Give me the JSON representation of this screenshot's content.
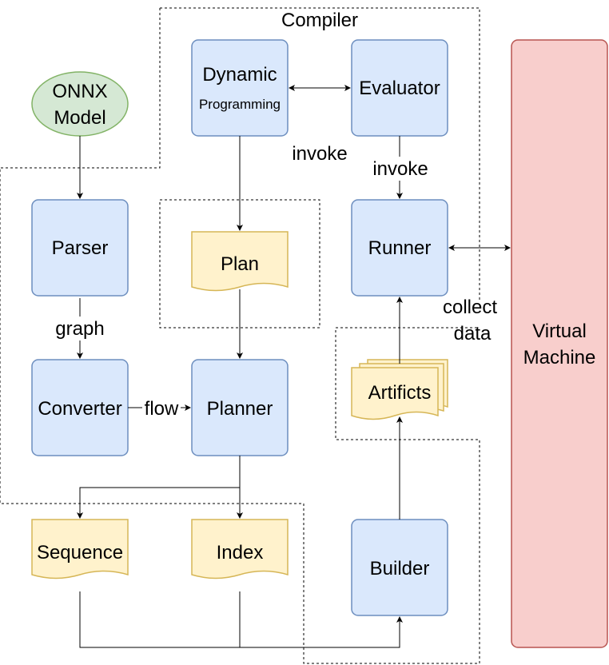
{
  "colors": {
    "blue_fill": "#dae8fc",
    "blue_stroke": "#6c8ebf",
    "yellow_fill": "#fff2cc",
    "yellow_stroke": "#d6b656",
    "green_fill": "#d5e8d4",
    "green_stroke": "#82b366",
    "red_fill": "#f8cecc",
    "red_stroke": "#b85450"
  },
  "regions": {
    "compiler": "Compiler"
  },
  "nodes": {
    "onnx": {
      "line1": "ONNX",
      "line2": "Model"
    },
    "dynamic": {
      "line1": "Dynamic",
      "line2": "Programming"
    },
    "evaluator": "Evaluator",
    "parser": "Parser",
    "plan": "Plan",
    "runner": "Runner",
    "converter": "Converter",
    "planner": "Planner",
    "artifacts": "Artificts",
    "sequence": "Sequence",
    "index": "Index",
    "builder": "Builder",
    "vm": {
      "line1": "Virtual",
      "line2": "Machine"
    }
  },
  "edges": {
    "graph": "graph",
    "flow": "flow",
    "invoke_dp": "invoke",
    "invoke_eval": "invoke",
    "collect": {
      "line1": "collect",
      "line2": "data"
    }
  }
}
